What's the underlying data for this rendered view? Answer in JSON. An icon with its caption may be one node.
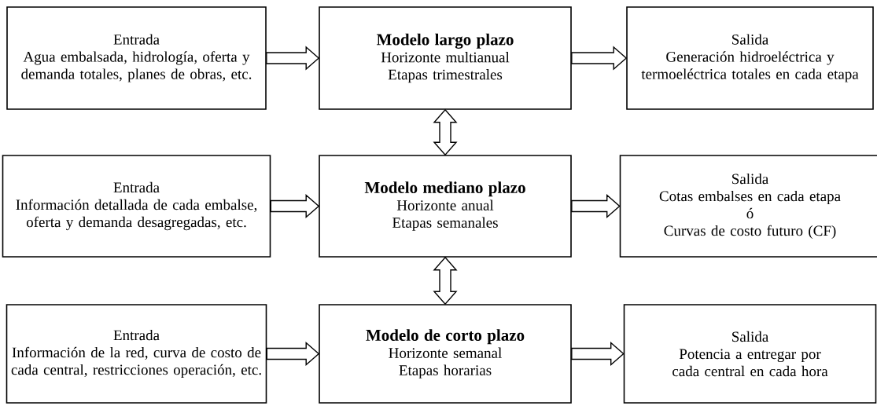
{
  "diagram": {
    "nodes": [
      {
        "text": [
          "Entrada",
          "Agua embalsada, hidrología, oferta y demanda totales, planes de obras, etc."
        ]
      },
      {
        "text": [
          "Modelo largo plazo",
          "Horizonte multianual",
          "Etapas trimestrales"
        ]
      },
      {
        "text": [
          "Salida",
          "Generación hidroeléctrica y termoeléctrica totales en cada etapa"
        ]
      },
      {
        "text": [
          "Entrada",
          "Información detallada de cada embalse, oferta y demanda desagregadas, etc."
        ]
      },
      {
        "text": [
          "Modelo mediano plazo",
          "Horizonte anual",
          "Etapas semanales"
        ]
      },
      {
        "text": [
          "Salida",
          "Cotas embalses en cada etapa",
          "ó",
          "Curvas de costo futuro (CF)"
        ]
      },
      {
        "text": [
          "Entrada",
          "Información de la red, curva de costo de cada central, restricciones operación, etc."
        ]
      },
      {
        "text": [
          "Modelo de corto plazo",
          "Horizonte semanal",
          "Etapas horarias"
        ]
      },
      {
        "text": [
          "Salida",
          "Potencia a entregar por cada central en cada hora"
        ]
      }
    ],
    "edges": [
      {
        "from": 0,
        "to": 1,
        "arrow": "to"
      },
      {
        "from": 1,
        "to": 2,
        "arrow": "to"
      },
      {
        "from": 1,
        "to": 4,
        "arrow": "both"
      },
      {
        "from": 3,
        "to": 4,
        "arrow": "to"
      },
      {
        "from": 4,
        "to": 5,
        "arrow": "to"
      },
      {
        "from": 4,
        "to": 7,
        "arrow": "both"
      },
      {
        "from": 6,
        "to": 7,
        "arrow": "to"
      },
      {
        "from": 7,
        "to": 8,
        "arrow": "to"
      }
    ]
  }
}
